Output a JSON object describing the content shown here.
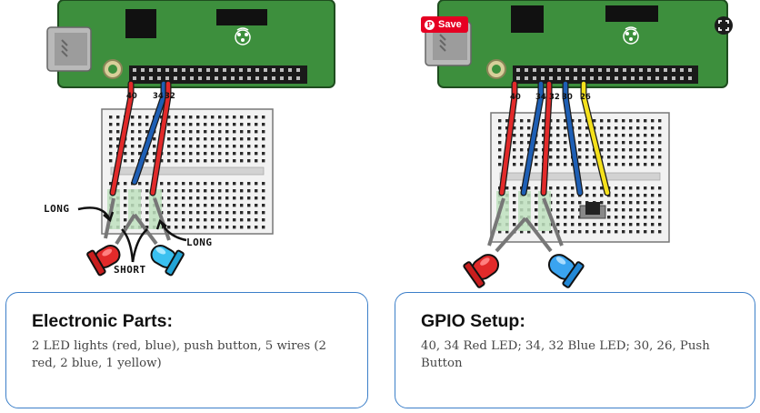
{
  "left": {
    "pin_labels": [
      "40",
      "34",
      "32"
    ],
    "annotations": {
      "long_left": "LONG",
      "long_right": "LONG",
      "short": "SHORT"
    }
  },
  "right": {
    "pin_labels": [
      "40",
      "34",
      "32",
      "30",
      "26"
    ],
    "save_label": "Save"
  },
  "colors": {
    "wire_red": "#e22a2a",
    "wire_blue": "#1e5fb5",
    "wire_yellow": "#f5e11c",
    "board_green": "#3d8f3d",
    "card_border": "#3c7fc9",
    "save_red": "#e60023"
  },
  "icons": {
    "pinterest": "pinterest-icon",
    "expand": "expand-icon",
    "raspberry": "raspberry-logo"
  },
  "cards": {
    "parts": {
      "title": "Electronic Parts:",
      "body": "2 LED lights (red, blue), push button, 5 wires (2 red, 2 blue, 1 yellow)"
    },
    "gpio": {
      "title": "GPIO Setup:",
      "body": "40, 34 Red LED; 34, 32 Blue LED; 30, 26, Push Button"
    }
  }
}
